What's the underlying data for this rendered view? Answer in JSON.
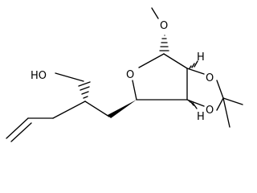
{
  "molecule": {
    "atoms": {
      "methoxy_o": "O",
      "ring_o": "O",
      "dioxolane_o_top": "O",
      "dioxolane_o_bottom": "O",
      "hydroxyl": "HO"
    },
    "stereo_h": {
      "h_top": "H",
      "h_bottom": "H"
    }
  }
}
